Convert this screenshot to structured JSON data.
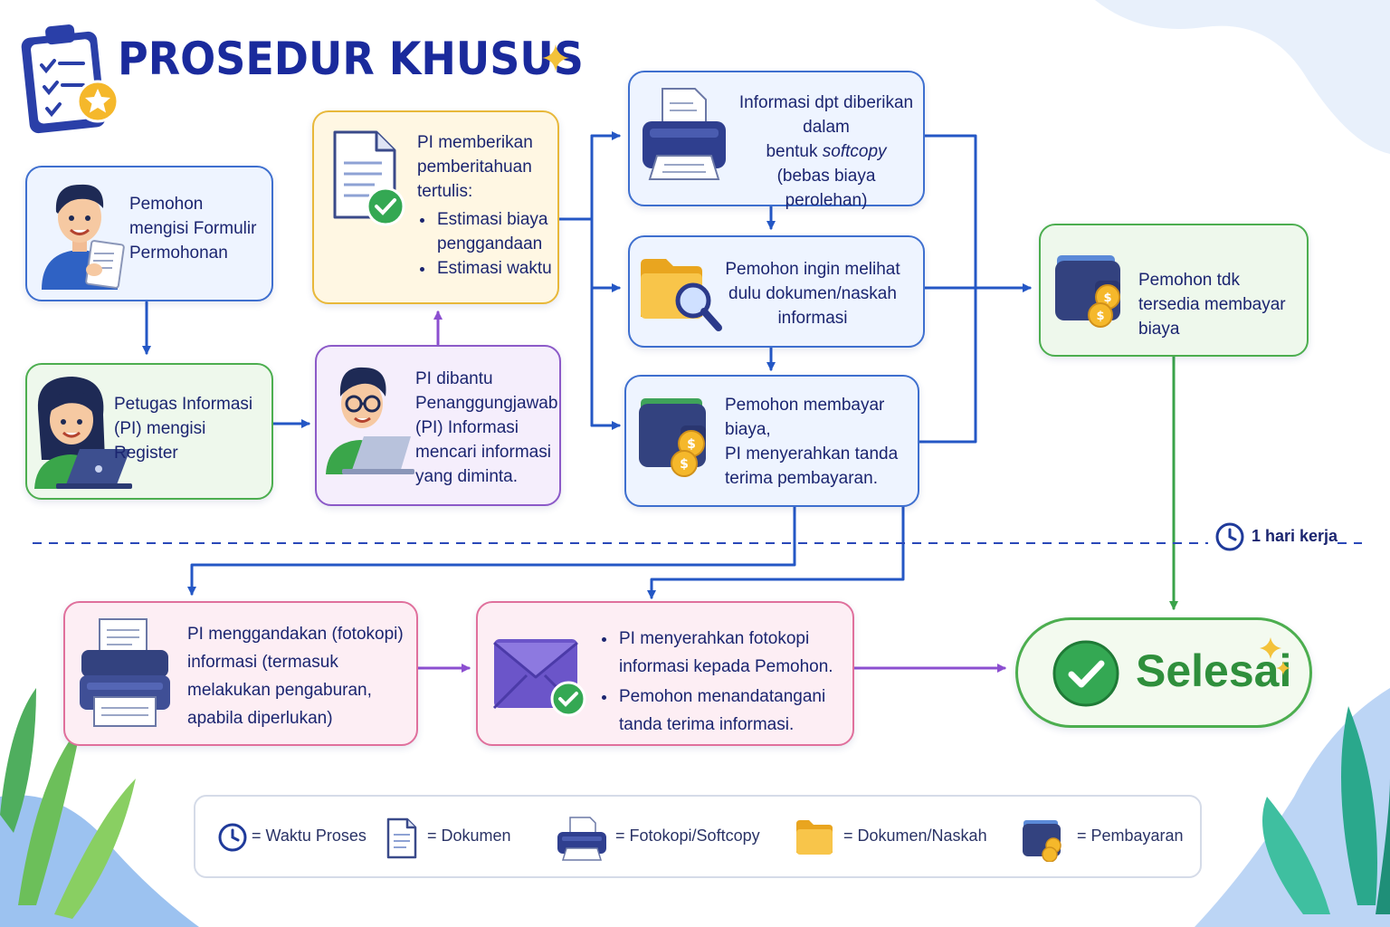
{
  "title": "PROSEDUR KHUSUS",
  "nodes": {
    "fill_form": {
      "text": "Pemohon mengisi Formulir Permohonan"
    },
    "register": {
      "text": "Petugas Informasi (PI) mengisi Register"
    },
    "assisted": {
      "text": "PI dibantu Penanggungjawab (PI) Informasi mencari informasi yang diminta."
    },
    "written_notice": {
      "text": "PI memberikan pemberitahuan tertulis:",
      "bullets": [
        "Estimasi biaya penggandaan",
        "Estimasi waktu"
      ]
    },
    "softcopy": {
      "line1": "Informasi dpt diberikan dalam",
      "line2_pre": "bentuk ",
      "line2_em": "softcopy",
      "line2_post": " (bebas biaya perolehan)"
    },
    "view_document": {
      "text": "Pemohon ingin melihat dulu dokumen/naskah informasi"
    },
    "pay_fee": {
      "line1": "Pemohon membayar biaya,",
      "line2": "PI menyerahkan tanda terima pembayaran."
    },
    "cannot_pay": {
      "text": "Pemohon tdk tersedia membayar biaya"
    },
    "photocopy": {
      "text": "PI menggandakan (fotokopi) informasi (termasuk melakukan pengaburan, apabila diperlukan)"
    },
    "handover": {
      "bullets": [
        "PI menyerahkan fotokopi informasi kepada Pemohon.",
        "Pemohon menandatangani tanda terima informasi."
      ]
    },
    "done": {
      "text": "Selesai"
    }
  },
  "time_note": "1 hari kerja",
  "legend": [
    {
      "icon": "clock-icon",
      "text": "= Waktu Proses"
    },
    {
      "icon": "document-icon",
      "text": "= Dokumen"
    },
    {
      "icon": "printer-icon",
      "text": "= Fotokopi/Softcopy"
    },
    {
      "icon": "folder-icon",
      "text": "= Dokumen/Naskah"
    },
    {
      "icon": "wallet-icon",
      "text": "= Pembayaran"
    }
  ],
  "colors": {
    "title": "#1a2a9c",
    "blue": "#3e6fcf",
    "green": "#4cae4f",
    "yellow": "#e8b83a",
    "purple": "#8c5ac8",
    "pink": "#e0709c",
    "arrow_blue": "#2457c5",
    "arrow_green": "#3aa34a",
    "arrow_purple": "#8c4fd0"
  }
}
